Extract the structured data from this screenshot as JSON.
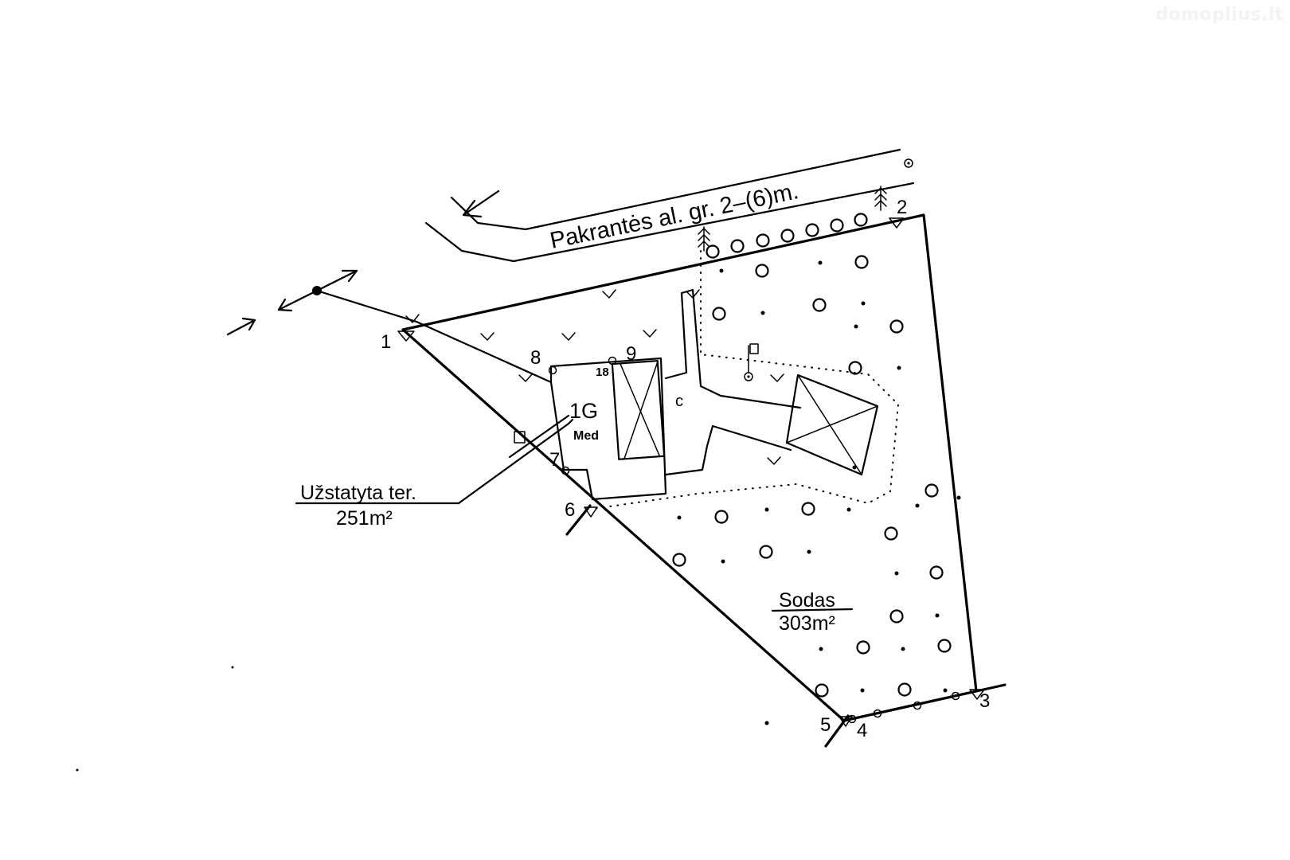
{
  "watermark": "domoplius.lt",
  "street_label": "Pakrantės al. gr. 2–(6)m.",
  "building": {
    "id": "1G",
    "material": "Med",
    "annex": "c",
    "floors": "18"
  },
  "built_area": {
    "label": "Užstatyta ter.",
    "value": "251m²"
  },
  "garden": {
    "label": "Sodas",
    "value": "303m²"
  },
  "points": [
    "1",
    "2",
    "3",
    "4",
    "5",
    "6",
    "7",
    "8",
    "9"
  ]
}
